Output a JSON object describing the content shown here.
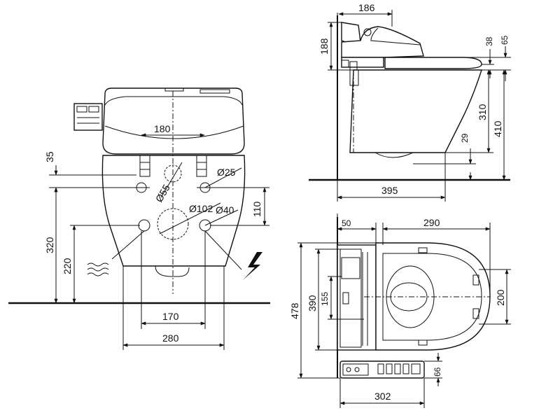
{
  "front_view": {
    "w_top": "180",
    "h_offset": "35",
    "d_small": "Ø25",
    "d_waste": "Ø55",
    "d_center": "Ø102",
    "d_outlet": "Ø40",
    "h_spacing": "110",
    "h_total": "320",
    "h_water": "220",
    "w_fix": "170",
    "w_base": "280"
  },
  "side_view": {
    "w_seat": "186",
    "h_lid": "188",
    "h_38": "38",
    "h_65": "65",
    "h_310": "310",
    "h_410": "410",
    "h_29": "29",
    "depth": "395"
  },
  "top_view": {
    "w_50": "50",
    "w_290": "290",
    "h_478": "478",
    "h_390": "390",
    "h_155": "155",
    "h_200": "200",
    "h_66": "66",
    "w_302": "302"
  }
}
